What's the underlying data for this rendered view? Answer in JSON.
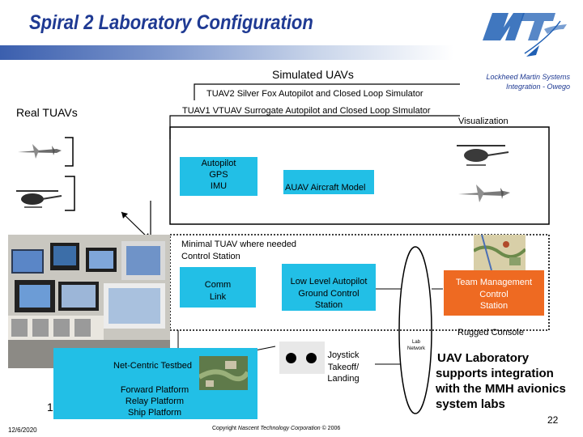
{
  "header": {
    "title": "Spiral 2 Laboratory Configuration",
    "company_lines": [
      "Lockheed Martin Systems",
      "Integration - Owego"
    ]
  },
  "diagram": {
    "simulated_uavs": "Simulated UAVs",
    "tuav2": "TUAV2 Silver Fox Autopilot and Closed Loop Simulator",
    "real_tuavs": "Real TUAVs",
    "tuav1": "TUAV1 VTUAV Surrogate Autopilot and Closed Loop SImulator",
    "visualization": "Visualization",
    "autopilot_lines": [
      "Autopilot",
      "GPS",
      "IMU"
    ],
    "auav_model": "AUAV Aircraft Model",
    "minimal_tuav_lines": [
      "Minimal TUAV where needed",
      "Control Station"
    ],
    "comm_link_lines": [
      "Comm",
      "Link"
    ],
    "low_level_lines": [
      "Low Level Autopilot",
      "Ground Control",
      "Station"
    ],
    "team_mgmt_lines": [
      "Team Management",
      "Control",
      "Station"
    ],
    "rugged_console": "Rugged Console",
    "lab_network_lines": [
      "Lab",
      "Network"
    ],
    "joystick_lines": [
      "Joystick",
      "Takeoff/",
      "Landing"
    ],
    "net_centric": "Net-Centric Testbed",
    "platforms": [
      "Forward Platform",
      "Relay Platform",
      "Ship  Platform"
    ],
    "summary_lines": [
      "UAV Laboratory",
      "supports integration",
      "with the MMH avionics",
      "system labs"
    ]
  },
  "footer": {
    "date": "12/6/2020",
    "copyright_prefix": "Copyright",
    "copyright_company": "Nascent Technology Corporation",
    "copyright_suffix": "© 2006",
    "page_number": "22",
    "left_fragment": "1"
  },
  "colors": {
    "title": "#1f3a93",
    "cyan_box": "#22bfe6",
    "orange_box": "#ee6a22",
    "logo_blue": "#1f5fb4"
  }
}
